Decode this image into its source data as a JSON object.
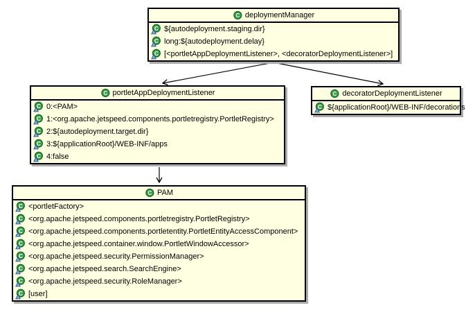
{
  "colors": {
    "page_background": "#FFFFFF",
    "node_fill": "#FFFFE1",
    "node_border": "#000000",
    "node_shadow": "#ACACAC",
    "edge_color": "#000000",
    "class_icon_fill": "#3BA048",
    "class_icon_border": "#166B2B",
    "class_icon_letter_color": "#FFFFFF",
    "arg_triangle_fill": "#7FB2DF",
    "arg_triangle_border": "#28567F"
  },
  "icons": {
    "class_letter": "C"
  },
  "diagram": {
    "nodes": [
      {
        "id": "deploymentManager",
        "title": "deploymentManager",
        "rows": [
          "${autodeployment.staging.dir}",
          "long:${autodeployment.delay}",
          "[<portletAppDeploymentListener>, <decoratorDeploymentListener>]"
        ]
      },
      {
        "id": "portletAppDeploymentListener",
        "title": "portletAppDeploymentListener",
        "rows": [
          "0:<PAM>",
          "1:<org.apache.jetspeed.components.portletregistry.PortletRegistry>",
          "2:${autodeployment.target.dir}",
          "3:${applicationRoot}/WEB-INF/apps",
          "4:false"
        ]
      },
      {
        "id": "decoratorDeploymentListener",
        "title": "decoratorDeploymentListener",
        "rows": [
          "${applicationRoot}/WEB-INF/decorations"
        ]
      },
      {
        "id": "PAM",
        "title": "PAM",
        "rows": [
          "<portletFactory>",
          "<org.apache.jetspeed.components.portletregistry.PortletRegistry>",
          "<org.apache.jetspeed.components.portletentity.PortletEntityAccessComponent>",
          "<org.apache.jetspeed.container.window.PortletWindowAccessor>",
          "<org.apache.jetspeed.security.PermissionManager>",
          "<org.apache.jetspeed.search.SearchEngine>",
          "<org.apache.jetspeed.security.RoleManager>",
          "[user]"
        ]
      }
    ],
    "edges": [
      {
        "from": "deploymentManager",
        "to": "portletAppDeploymentListener"
      },
      {
        "from": "deploymentManager",
        "to": "decoratorDeploymentListener"
      },
      {
        "from": "portletAppDeploymentListener",
        "to": "PAM"
      }
    ]
  }
}
